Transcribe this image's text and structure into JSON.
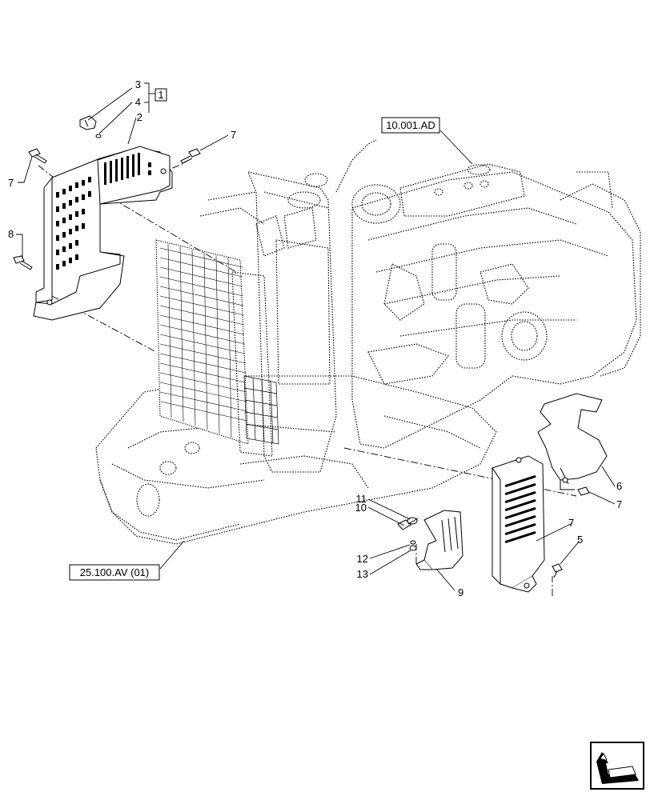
{
  "diagram": {
    "reference_boxes": {
      "engine_ref": "10.001.AD",
      "frame_ref": "25.100.AV (01)",
      "kit_ref": "1"
    },
    "callouts": {
      "c1": "3",
      "c2": "4",
      "c3": "2",
      "c4": "7",
      "c5": "7",
      "c6": "8",
      "c7": "11",
      "c8": "10",
      "c9": "12",
      "c10": "13",
      "c11": "9",
      "c12": "7",
      "c13": "5",
      "c14": "6",
      "c15": "7"
    },
    "icons": {
      "nav": "next-page-arrow-icon"
    }
  }
}
